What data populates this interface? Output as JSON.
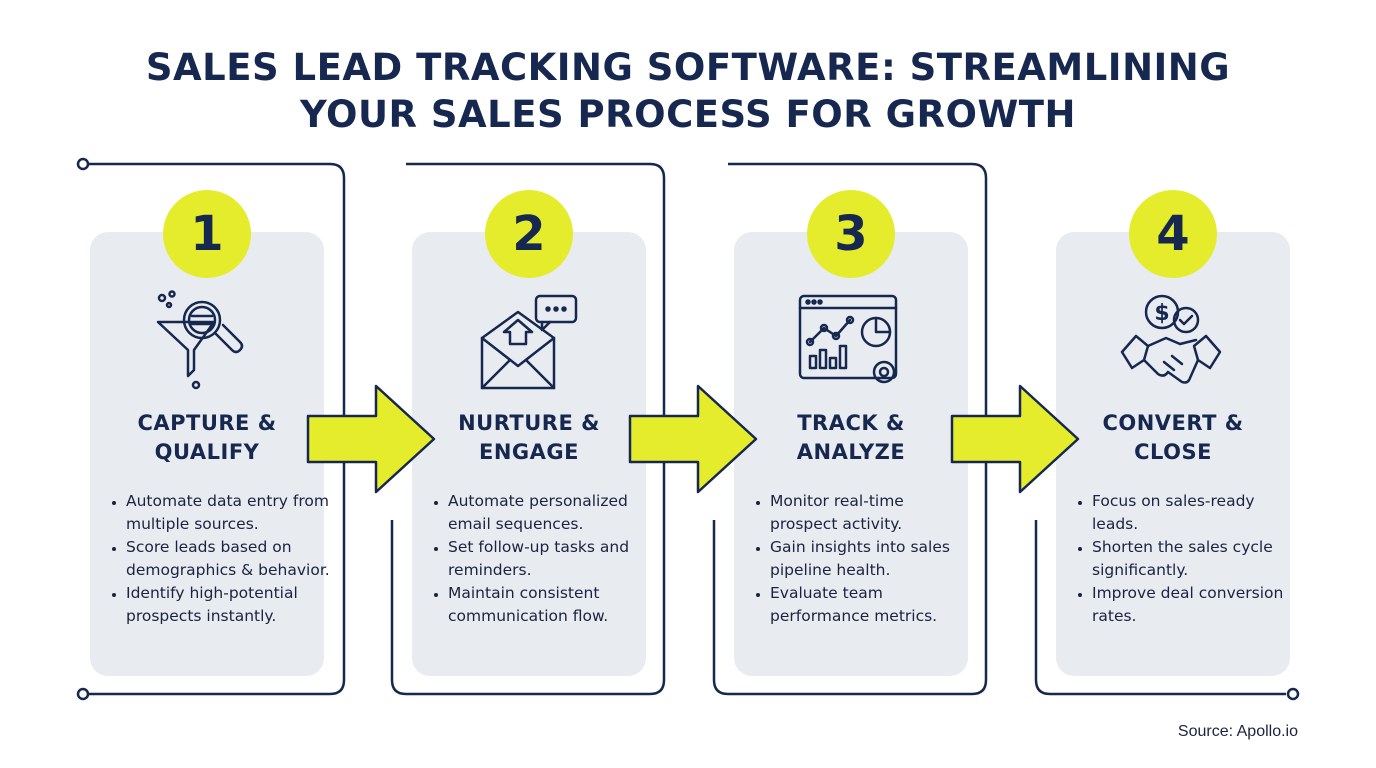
{
  "title": {
    "line1": "SALES LEAD TRACKING SOFTWARE: STREAMLINING",
    "line2": "YOUR SALES PROCESS FOR GROWTH"
  },
  "colors": {
    "accent": "#e5ec2c",
    "navy": "#16284f",
    "card": "#e8ebf0"
  },
  "steps": [
    {
      "number": "1",
      "icon": "funnel-magnifier-icon",
      "title_line1": "CAPTURE &",
      "title_line2": "QUALIFY",
      "bullets": [
        "Automate data entry from multiple sources.",
        "Score leads based on demographics & behavior.",
        "Identify high-potential prospects instantly."
      ]
    },
    {
      "number": "2",
      "icon": "envelope-chat-icon",
      "title_line1": "NURTURE &",
      "title_line2": "ENGAGE",
      "bullets": [
        "Automate personalized email sequences.",
        "Set follow-up tasks and reminders.",
        "Maintain consistent communication flow."
      ]
    },
    {
      "number": "3",
      "icon": "analytics-dashboard-icon",
      "title_line1": "TRACK &",
      "title_line2": "ANALYZE",
      "bullets": [
        "Monitor real-time prospect activity.",
        "Gain insights into sales pipeline health.",
        "Evaluate team performance metrics."
      ]
    },
    {
      "number": "4",
      "icon": "handshake-dollar-icon",
      "title_line1": "CONVERT &",
      "title_line2": "CLOSE",
      "bullets": [
        "Focus on sales-ready leads.",
        "Shorten the sales cycle significantly.",
        "Improve deal conversion rates."
      ]
    }
  ],
  "source": "Source: Apollo.io"
}
